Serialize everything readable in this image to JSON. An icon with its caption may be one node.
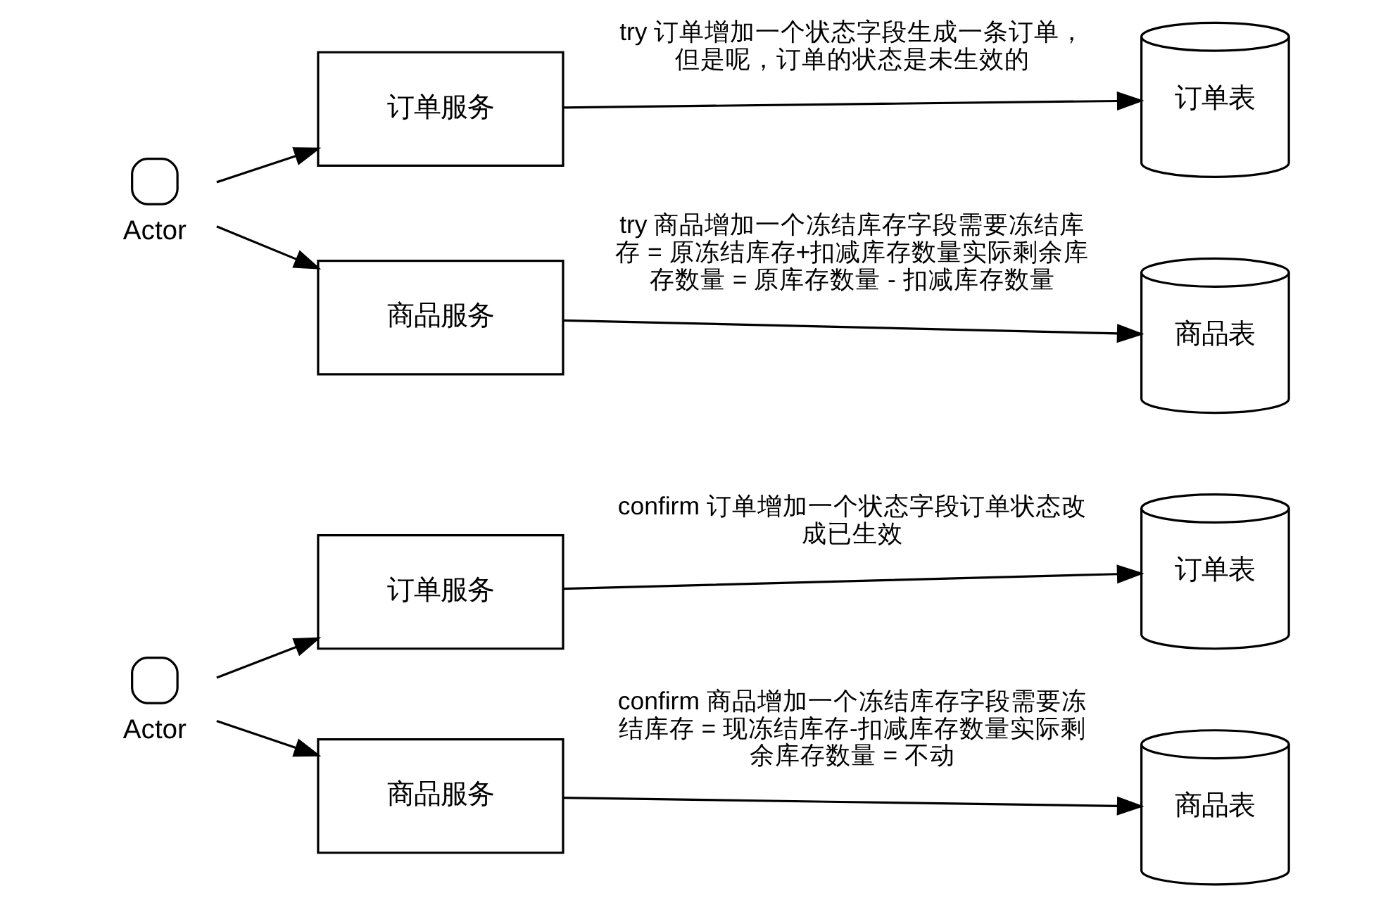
{
  "diagram": {
    "nodes": [
      {
        "text": [
          "Actor"
        ]
      },
      {
        "text": [
          "订单服务"
        ]
      },
      {
        "text": [
          "订单表"
        ]
      },
      {
        "text": [
          "商品服务"
        ]
      },
      {
        "text": [
          "商品表"
        ]
      },
      {
        "text": [
          "Actor"
        ]
      },
      {
        "text": [
          "订单服务"
        ]
      },
      {
        "text": [
          "订单表"
        ]
      },
      {
        "text": [
          "商品服务"
        ]
      },
      {
        "text": [
          "商品表"
        ]
      }
    ],
    "edges": [
      {
        "from": 0,
        "to": 1,
        "arrow": "to"
      },
      {
        "from": 0,
        "to": 3,
        "arrow": "to"
      },
      {
        "from": 1,
        "to": 2,
        "arrow": "to",
        "label": "try 订单增加一个状态字段生成一条订单，但是呢，订单的状态是未生效的"
      },
      {
        "from": 3,
        "to": 4,
        "arrow": "to",
        "label": "try 商品增加一个冻结库存字段需要冻结库存 = 原冻结库存+扣减库存数量实际剩余库存数量 = 原库存数量 - 扣减库存数量"
      },
      {
        "from": 5,
        "to": 6,
        "arrow": "to"
      },
      {
        "from": 5,
        "to": 8,
        "arrow": "to"
      },
      {
        "from": 6,
        "to": 7,
        "arrow": "to",
        "label": "confirm 订单增加一个状态字段订单状态改成已生效"
      },
      {
        "from": 8,
        "to": 9,
        "arrow": "to",
        "label": "confirm 商品增加一个冻结库存字段需要冻结库存 = 现冻结库存-扣减库存数量实际剩余库存数量 = 不动"
      }
    ]
  }
}
